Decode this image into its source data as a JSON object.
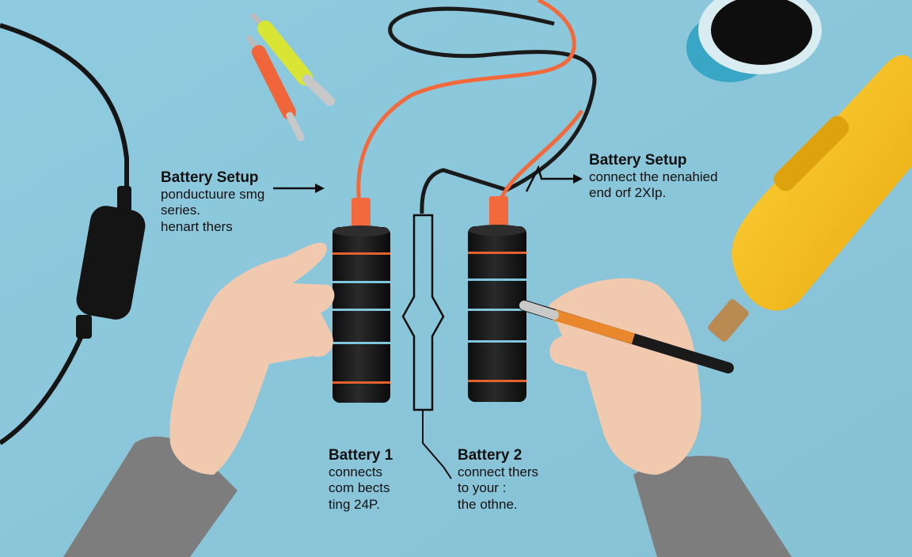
{
  "labels": {
    "left": {
      "title": "Battery Setup",
      "lines": [
        "ponductuure smg",
        "series.",
        "henart thers"
      ]
    },
    "right": {
      "title": "Battery Setup",
      "lines": [
        "connect the nenahied",
        "end orf 2XIp."
      ]
    },
    "battery1": {
      "title": "Battery 1",
      "lines": [
        "connects",
        "com bects",
        "ting 24P."
      ]
    },
    "battery2": {
      "title": "Battery 2",
      "lines": [
        "connect thers",
        "to your :",
        "the othne."
      ]
    }
  },
  "colors": {
    "background": "#8ec9dc",
    "battery": "#141414",
    "battery_stripe_orange": "#e2612f",
    "battery_stripe_blue": "#7fc6dc",
    "wire_orange": "#f26a3c",
    "wire_black": "#1a1a1a",
    "tool_yellow": "#f5c21b",
    "probe_red": "#f0663a",
    "probe_yellow": "#d9e534",
    "cup_blue": "#3aa6c6",
    "sleeve_gray": "#8a8a8a",
    "skin": "#f1c9ae"
  }
}
